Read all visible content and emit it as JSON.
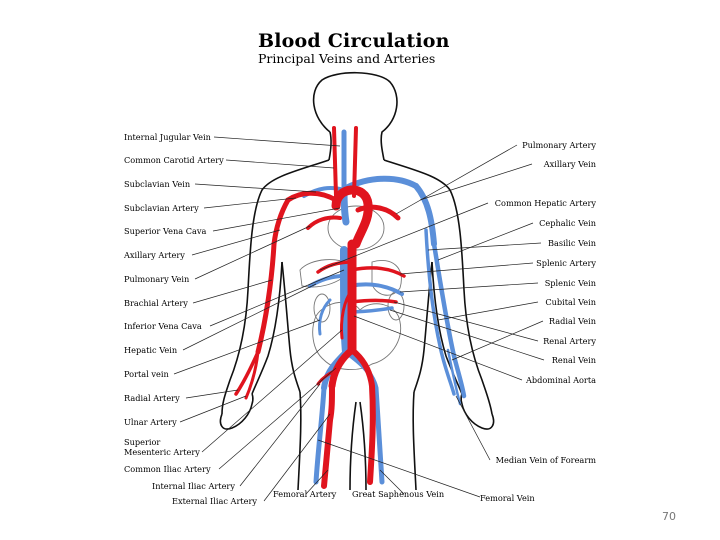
{
  "title": "Blood Circulation",
  "subtitle": "Principal Veins and Arteries",
  "page_number": "70",
  "colors": {
    "artery": "#e0141e",
    "vein": "#5b8fd9",
    "outline": "#111111"
  },
  "left_labels": [
    "Internal Jugular Vein",
    "Common Carotid Artery",
    "Subclavian Vein",
    "Subclavian Artery",
    "Superior Vena Cava",
    "Axillary Artery",
    "Pulmonary Vein",
    "Brachial Artery",
    "Inferior Vena Cava",
    "Hepatic Vein",
    "Portal vein",
    "Radial Artery",
    "Ulnar Artery",
    "Superior",
    "Mesenteric Artery",
    "Common Iliac Artery",
    "Internal Iliac Artery",
    "External Iliac Artery"
  ],
  "right_labels": [
    "Pulmonary Artery",
    "Axillary Vein",
    "Common Hepatic Artery",
    "Cephalic Vein",
    "Basilic Vein",
    "Splenic Artery",
    "Splenic Vein",
    "Cubital Vein",
    "Radial Vein",
    "Renal Artery",
    "Renal Vein",
    "Abdominal Aorta",
    "Median Vein of Forearm",
    "Femoral Vein"
  ],
  "bottom_labels": [
    "Femoral Artery",
    "Great Saphenous Vein"
  ]
}
